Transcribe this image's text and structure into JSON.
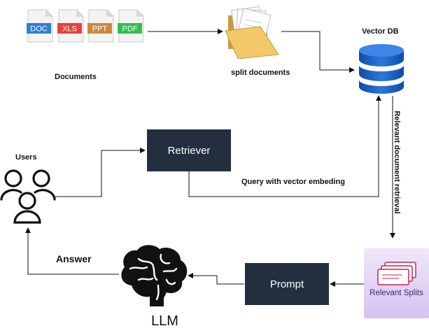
{
  "documents": {
    "label": "Documents",
    "file_types": [
      "DOC",
      "XLS",
      "PPT",
      "PDF"
    ],
    "file_colors": [
      "#2f7fd3",
      "#e8403a",
      "#c9893a",
      "#2fbf4f"
    ]
  },
  "split_documents": {
    "label": "split documents",
    "icon": "folder-icon"
  },
  "vector_db": {
    "label": "Vector DB",
    "icon": "database-icon"
  },
  "users": {
    "label": "Users",
    "icon": "users-icon"
  },
  "retriever": {
    "label": "Retriever"
  },
  "query": {
    "label": "Query with vector embeding"
  },
  "relevant_retrieval": {
    "label": "Relevant document retrieval"
  },
  "relevant_splits": {
    "label": "Relevant Splits",
    "icon": "pages-icon"
  },
  "prompt": {
    "label": "Prompt"
  },
  "llm": {
    "label": "LLM",
    "icon": "brain-icon"
  },
  "answer": {
    "label": "Answer"
  },
  "colors": {
    "box_fill": "#232f3e",
    "splits_fill": "#d6c2f2",
    "db_blue": "#1a5bb5"
  }
}
